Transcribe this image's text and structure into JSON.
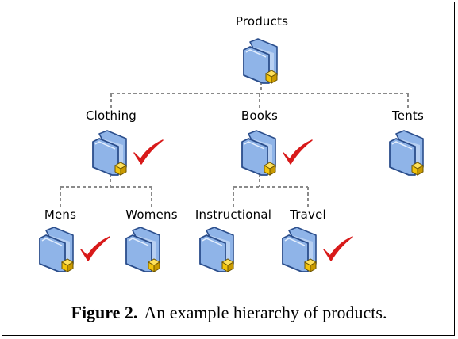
{
  "diagram": {
    "nodes": [
      {
        "id": "products",
        "label": "Products",
        "checked": false
      },
      {
        "id": "clothing",
        "label": "Clothing",
        "checked": true
      },
      {
        "id": "books",
        "label": "Books",
        "checked": true
      },
      {
        "id": "tents",
        "label": "Tents",
        "checked": false
      },
      {
        "id": "mens",
        "label": "Mens",
        "checked": true
      },
      {
        "id": "womens",
        "label": "Womens",
        "checked": false
      },
      {
        "id": "instructional",
        "label": "Instructional",
        "checked": false
      },
      {
        "id": "travel",
        "label": "Travel",
        "checked": true
      }
    ],
    "edges": [
      [
        "products",
        "clothing"
      ],
      [
        "products",
        "books"
      ],
      [
        "products",
        "tents"
      ],
      [
        "clothing",
        "mens"
      ],
      [
        "clothing",
        "womens"
      ],
      [
        "books",
        "instructional"
      ],
      [
        "books",
        "travel"
      ]
    ],
    "colors": {
      "folder_fill": "#8fb4e8",
      "folder_dark": "#2b4e8c",
      "cube": "#f2c40c",
      "check": "#d81a1a",
      "connector": "#8a8a8a"
    }
  },
  "caption": {
    "figure_label": "Figure 2.",
    "text": "An example hierarchy of products."
  }
}
